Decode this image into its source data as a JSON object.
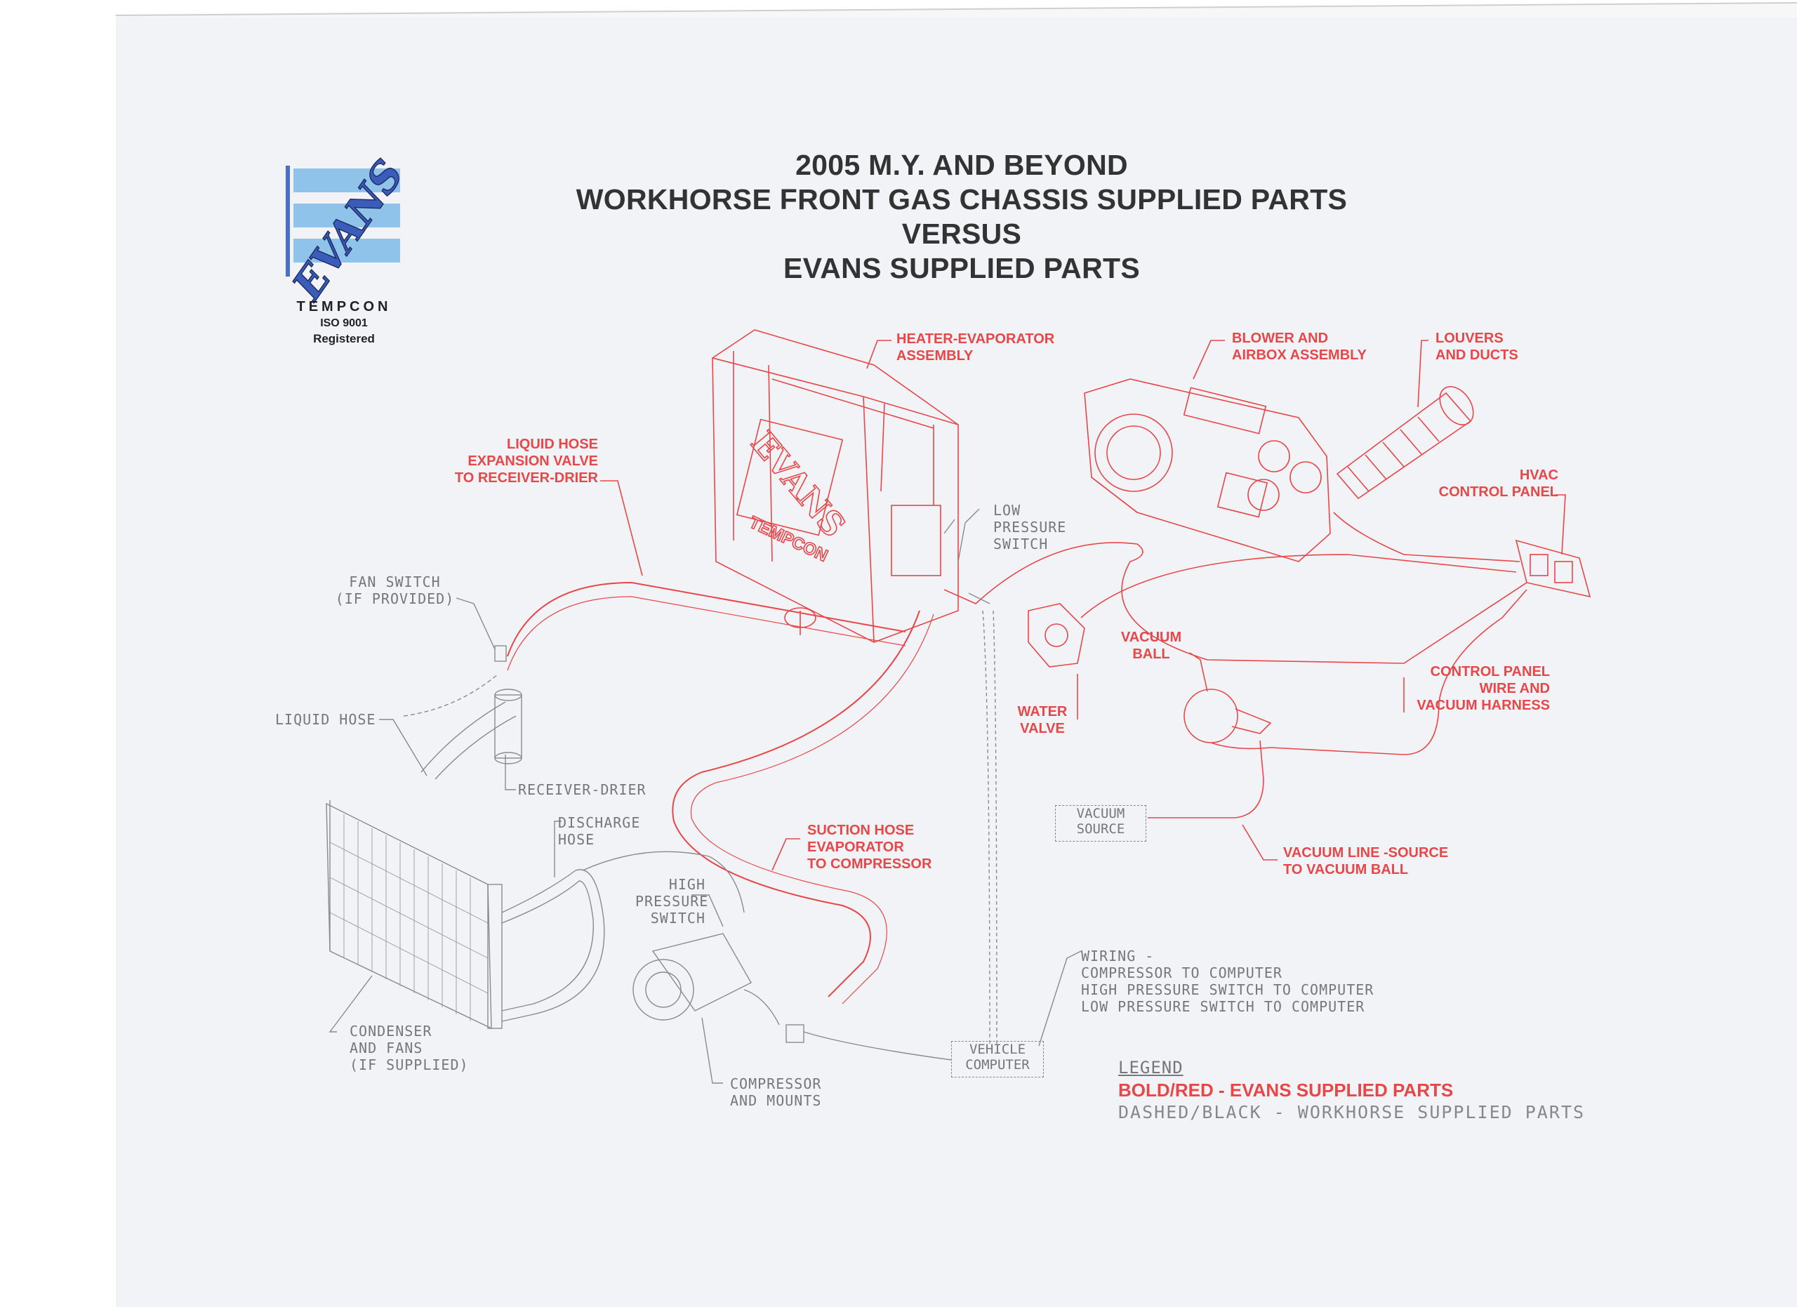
{
  "title": {
    "line1": "2005 M.Y. AND BEYOND",
    "line2": "WORKHORSE FRONT GAS CHASSIS SUPPLIED PARTS",
    "line3": "VERSUS",
    "line4": "EVANS SUPPLIED PARTS"
  },
  "logo": {
    "brand": "EVANS",
    "company": "TEMPCON",
    "cert": "ISO 9001",
    "registered": "Registered"
  },
  "red_labels": {
    "heater_evaporator": [
      "HEATER-EVAPORATOR",
      "ASSEMBLY"
    ],
    "blower_airbox": [
      "BLOWER AND",
      "AIRBOX ASSEMBLY"
    ],
    "louvers": [
      "LOUVERS",
      "AND DUCTS"
    ],
    "liquid_hose_expansion": [
      "LIQUID HOSE",
      "EXPANSION VALVE",
      "TO RECEIVER-DRIER"
    ],
    "hvac_panel": [
      "HVAC",
      "CONTROL PANEL"
    ],
    "vacuum_ball": [
      "VACUUM",
      "BALL"
    ],
    "water_valve": [
      "WATER",
      "VALVE"
    ],
    "control_panel_harness": [
      "CONTROL PANEL",
      "WIRE AND",
      "VACUUM HARNESS"
    ],
    "suction_hose": [
      "SUCTION HOSE",
      "EVAPORATOR",
      "TO COMPRESSOR"
    ],
    "vacuum_line": [
      "VACUUM LINE -SOURCE",
      "TO VACUUM BALL"
    ]
  },
  "dash_labels": {
    "low_pressure_switch": [
      "LOW",
      "PRESSURE",
      "SWITCH"
    ],
    "fan_switch": [
      "FAN SWITCH",
      "(IF PROVIDED)"
    ],
    "liquid_hose": "LIQUID HOSE",
    "receiver_drier": "RECEIVER-DRIER",
    "discharge_hose": [
      "DISCHARGE",
      "HOSE"
    ],
    "high_pressure_switch": [
      "HIGH",
      "PRESSURE",
      "SWITCH"
    ],
    "condenser": [
      "CONDENSER",
      "AND FANS",
      "(IF SUPPLIED)"
    ],
    "compressor": [
      "COMPRESSOR",
      "AND MOUNTS"
    ],
    "wiring": [
      "WIRING -",
      "COMPRESSOR TO COMPUTER",
      "HIGH PRESSURE SWITCH TO COMPUTER",
      "LOW PRESSURE SWITCH TO COMPUTER"
    ]
  },
  "boxes": {
    "vacuum_source": [
      "VACUUM",
      "SOURCE"
    ],
    "vehicle_computer": [
      "VEHICLE",
      "COMPUTER"
    ]
  },
  "legend": {
    "title": "LEGEND",
    "red": "BOLD/RED - EVANS SUPPLIED PARTS",
    "black": "DASHED/BLACK - WORKHORSE SUPPLIED PARTS"
  },
  "colors": {
    "evans_red": "#e8474a",
    "workhorse_gray": "#777777",
    "logo_blue": "#5b9bd5"
  }
}
